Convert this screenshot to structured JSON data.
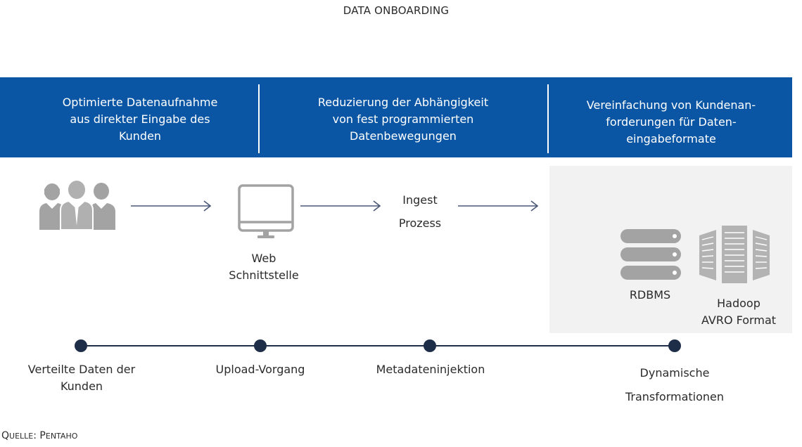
{
  "title": "DATA ONBOARDING",
  "banner": {
    "sections": [
      {
        "lines": [
          "Optimierte Datenaufnahme",
          "aus direkter Eingabe des",
          "Kunden"
        ]
      },
      {
        "lines": [
          "Reduzierung der Abhängigkeit",
          "von fest programmierten",
          "Datenbewegungen"
        ]
      },
      {
        "lines": [
          "Vereinfachung von Kundenan-",
          "forderungen für Daten-",
          "eingabeformate"
        ]
      }
    ],
    "color": "#0a56a5"
  },
  "flow": {
    "customers_icon": "people-group-icon",
    "web": {
      "icon": "monitor-icon",
      "lines": [
        "Web",
        "Schnittstelle"
      ]
    },
    "ingest": {
      "lines": [
        "Ingest",
        "Prozess"
      ]
    },
    "rdbms": {
      "icon": "database-icon",
      "label": "RDBMS"
    },
    "hadoop": {
      "icon": "hadoop-cluster-icon",
      "lines": [
        "Hadoop",
        "AVRO Format"
      ]
    }
  },
  "timeline": {
    "steps": [
      {
        "lines": [
          "Verteilte Daten der",
          "Kunden"
        ]
      },
      {
        "lines": [
          "Upload-Vorgang"
        ]
      },
      {
        "lines": [
          "Metadateninjektion"
        ]
      },
      {
        "lines": [
          "Dynamische",
          "Transformationen"
        ]
      }
    ],
    "color": "#1e2d48"
  },
  "source": {
    "prefix_initial": "Q",
    "prefix_rest": "UELLE",
    "sep": ": ",
    "name_initial": "P",
    "name_rest": "ENTAHO"
  }
}
